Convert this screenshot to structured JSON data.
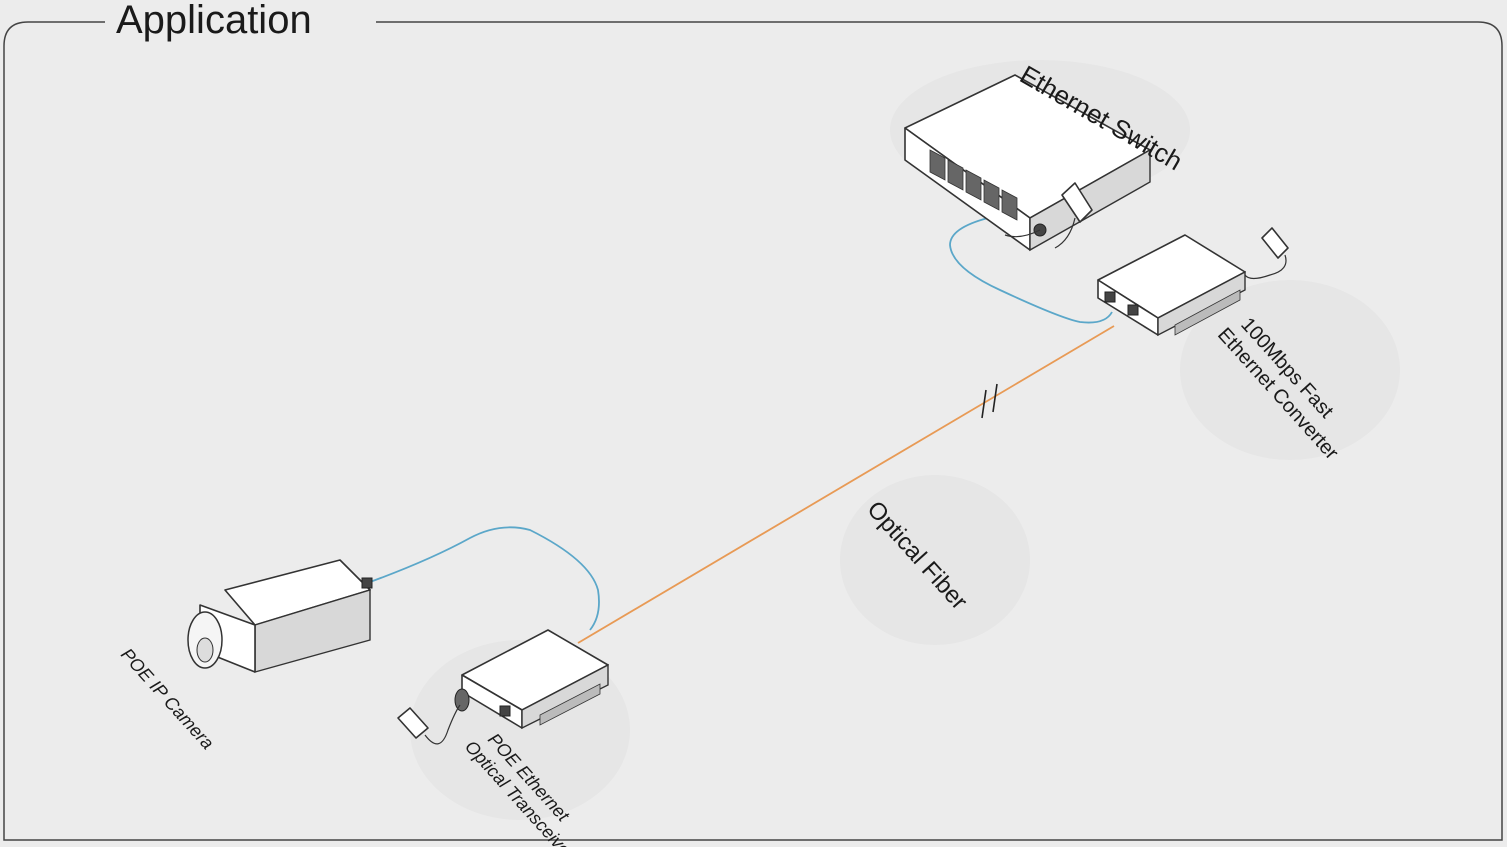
{
  "title": "Application",
  "colors": {
    "background": "#ececec",
    "frame": "#444444",
    "ethernet_cable": "#5ba7c9",
    "fiber_cable": "#e89a55"
  },
  "devices": {
    "switch": {
      "label": "Ethernet Switch"
    },
    "converter": {
      "label_line1": "100Mbps Fast",
      "label_line2": "Ethernet Converter"
    },
    "fiber": {
      "label": "Optical Fiber"
    },
    "camera": {
      "label": "POE IP Camera"
    },
    "transceiver": {
      "label_line1": "POE Ethernet",
      "label_line2": "Optical Transceiver"
    }
  },
  "icons": [
    "ethernet-switch-icon",
    "media-converter-icon",
    "ip-camera-icon",
    "power-adapter-icon",
    "fiber-break-icon"
  ]
}
